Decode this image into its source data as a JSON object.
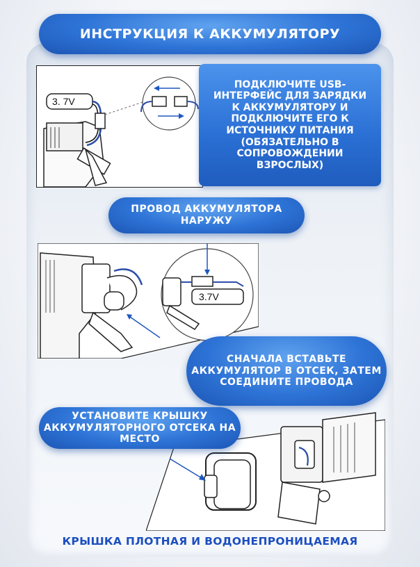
{
  "title": "ИНСТРУКЦИЯ К АККУМУЛЯТОРУ",
  "step1": "ПОДКЛЮЧИТЕ USB-ИНТЕРФЕЙС ДЛЯ ЗАРЯДКИ К АККУМУЛЯТОРУ И ПОДКЛЮЧИТЕ ЕГО К ИСТОЧНИКУ ПИТАНИЯ (ОБЯЗАТЕЛЬНО В СОПРОВОЖДЕНИИ ВЗРОСЛЫХ)",
  "step2": "ПРОВОД АККУМУЛЯТОРА НАРУЖУ",
  "step3": "СНАЧАЛА ВСТАВЬТЕ АККУМУЛЯТОР В ОТСЕК, ЗАТЕМ СОЕДИНИТЕ ПРОВОДА",
  "step4": "УСТАНОВИТЕ КРЫШКУ АККУМУЛЯТОРНОГО ОТСЕКА НА МЕСТО",
  "footer": "КРЫШКА ПЛОТНАЯ И ВОДОНЕПРОНИЦАЕМАЯ",
  "battery_label_1": "3. 7V",
  "battery_label_2": "3.7V",
  "colors": {
    "accent": "#2d73d6",
    "footer_text": "#1d4fbf",
    "wire": "#2b4ea8"
  }
}
